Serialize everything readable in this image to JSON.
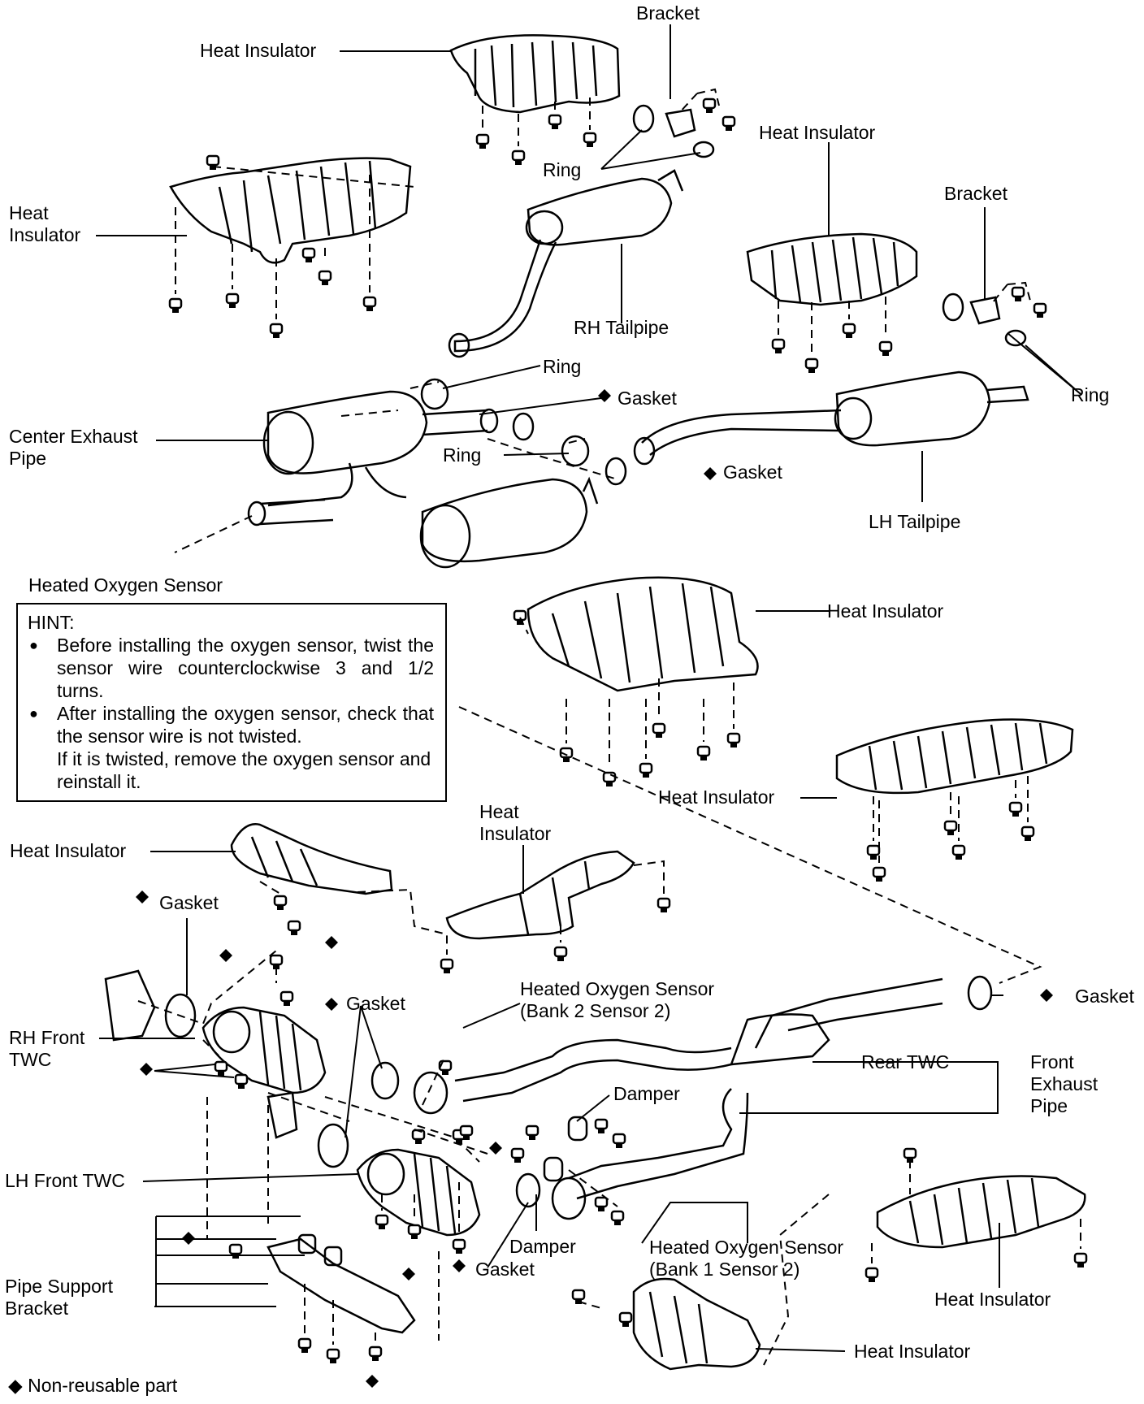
{
  "labels": {
    "heat_insulator_top": "Heat Insulator",
    "bracket_top": "Bracket",
    "heat_insulator_top_right": "Heat Insulator",
    "bracket_right": "Bracket",
    "heat_insulator_left": "Heat\nInsulator",
    "ring_top": "Ring",
    "rh_tailpipe": "RH Tailpipe",
    "ring_mid": "Ring",
    "gasket_mid": "Gasket",
    "ring_right": "Ring",
    "center_exhaust_pipe": "Center Exhaust\nPipe",
    "ring_mid2": "Ring",
    "gasket_mid2": "Gasket",
    "lh_tailpipe": "LH Tailpipe",
    "heated_oxygen_sensor": "Heated Oxygen Sensor",
    "heat_insulator_center": "Heat Insulator",
    "heat_insulator_right_mid": "Heat Insulator",
    "heat_insulator_lower_left": "Heat Insulator",
    "heat_insulator_lower_mid": "Heat\nInsulator",
    "gasket_left": "Gasket",
    "gasket_left2": "Gasket",
    "ho2s_bank2": "Heated Oxygen Sensor\n(Bank 2 Sensor 2)",
    "gasket_right": "Gasket",
    "rh_front_twc": "RH Front\nTWC",
    "rear_twc": "Rear TWC",
    "front_exhaust_pipe": "Front\nExhaust\nPipe",
    "damper_top": "Damper",
    "lh_front_twc": "LH Front TWC",
    "damper_bottom": "Damper",
    "ho2s_bank1": "Heated Oxygen Sensor\n(Bank 1 Sensor 2)",
    "gasket_bottom": "Gasket",
    "pipe_support_bracket": "Pipe Support\nBracket",
    "heat_insulator_bottom_right": "Heat Insulator",
    "heat_insulator_bottom": "Heat Insulator"
  },
  "hint": {
    "title": "HINT:",
    "item1": "Before installing the oxygen sensor, twist the sensor wire counterclockwise 3 and 1/2 turns.",
    "item2a": "After installing the oxygen sensor, check that the sensor wire is not twisted.",
    "item2b": "If it is twisted, remove the oxygen sensor and reinstall it."
  },
  "legend": "◆ Non-reusable part"
}
